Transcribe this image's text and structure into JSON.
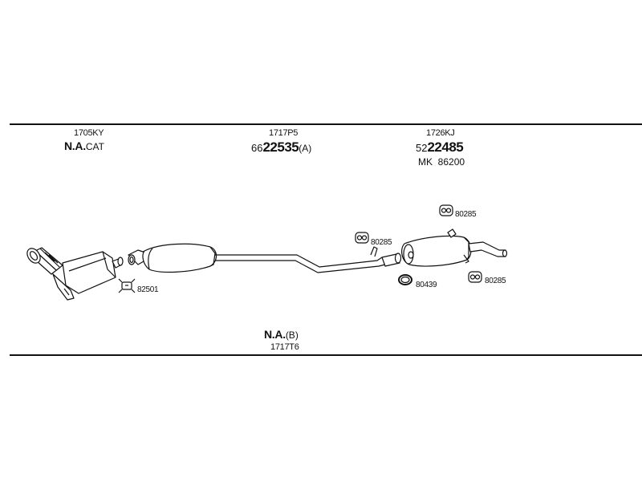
{
  "sections": {
    "left": {
      "code": "1705KY",
      "name_bold": "N.A.",
      "name_suffix": "CAT"
    },
    "middle": {
      "code": "1717P5",
      "part_prefix": "66",
      "part_bold": "22535",
      "part_suffix": "(A)"
    },
    "right": {
      "code": "1726KJ",
      "part_prefix": "52",
      "part_bold": "22485",
      "alt_prefix": "MK",
      "alt_number": "86200"
    },
    "bottom": {
      "name_bold": "N.A.",
      "name_suffix": "(B)",
      "code": "1717T6"
    }
  },
  "callouts": {
    "clamp": "82501",
    "hanger_1": "80285",
    "hanger_2": "80285",
    "hanger_3": "80285",
    "ring": "80439"
  }
}
